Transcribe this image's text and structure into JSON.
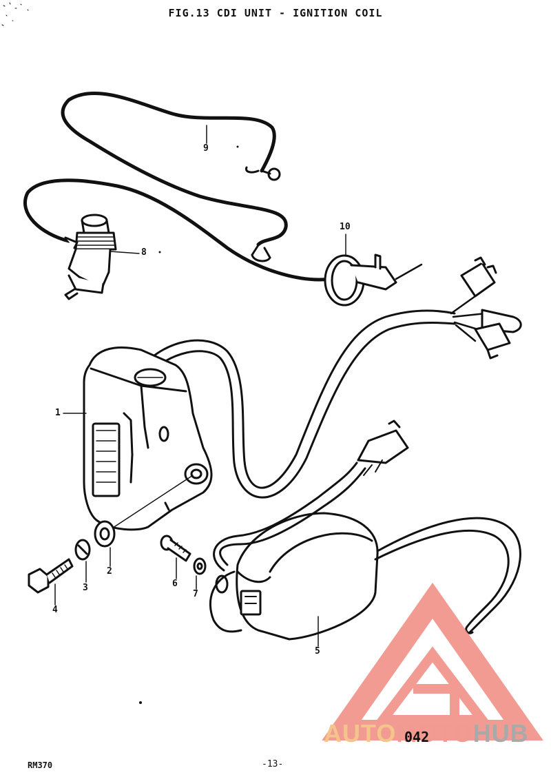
{
  "title": "FIG.13  CDI UNIT - IGNITION COIL",
  "callouts": {
    "c1": "1",
    "c2": "2",
    "c3": "3",
    "c4": "4",
    "c5": "5",
    "c6": "6",
    "c7": "7",
    "c8": "8",
    "c9": "9",
    "c10": "10"
  },
  "footer": {
    "left_code": "RM370",
    "page_number": "-13-",
    "sheet_code": "042"
  },
  "watermark": {
    "part1": "AUTO",
    "part2": "MOTO",
    "part3": "HUB",
    "colors": {
      "auto": "#f3c58c",
      "moto": "#f19a8f",
      "hub": "#a9a9a9",
      "logo": "#f08a80"
    }
  }
}
